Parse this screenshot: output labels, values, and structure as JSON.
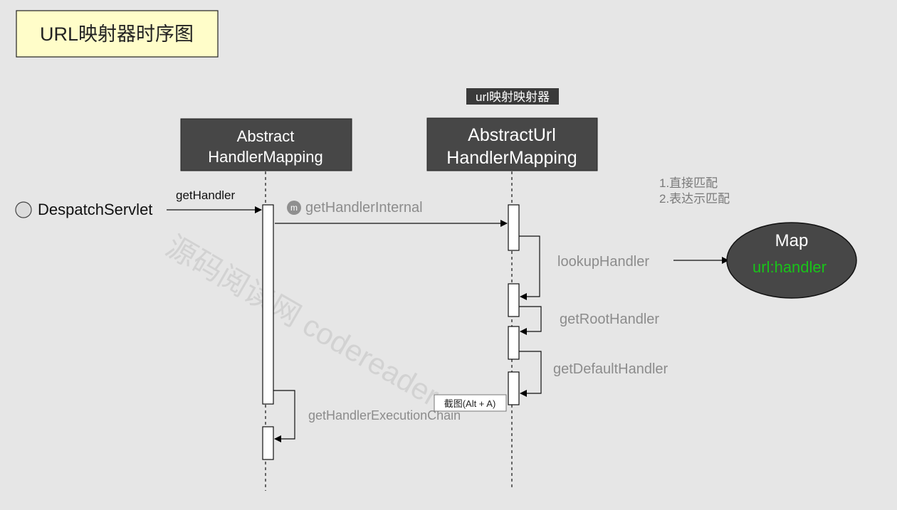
{
  "title": "URL映射器时序图",
  "actor": {
    "name": "DespatchServlet"
  },
  "participants": [
    {
      "label_line1": "Abstract",
      "label_line2": "HandlerMapping"
    },
    {
      "label_line1": "AbstractUrl",
      "label_line2": "HandlerMapping",
      "tag": "url映射映射器"
    }
  ],
  "messages": {
    "get_handler": "getHandler",
    "get_handler_internal": "getHandlerInternal",
    "method_badge": "m",
    "lookup_handler": "lookupHandler",
    "get_root_handler": "getRootHandler",
    "get_default_handler": "getDefaultHandler",
    "get_handler_execution_chain": "getHandlerExecutionChain"
  },
  "notes": {
    "line1": "1.直接匹配",
    "line2": "2.表达示匹配"
  },
  "map_node": {
    "title": "Map",
    "subtitle": "url:handler"
  },
  "watermark": "源码阅读网 codereader",
  "tooltip": "截图(Alt + A)",
  "colors": {
    "background": "#e6e6e6",
    "title_fill": "#fffdc9",
    "participant_fill": "#474747",
    "gray_text": "#8c8c8c",
    "map_text_accent": "#19c319"
  }
}
